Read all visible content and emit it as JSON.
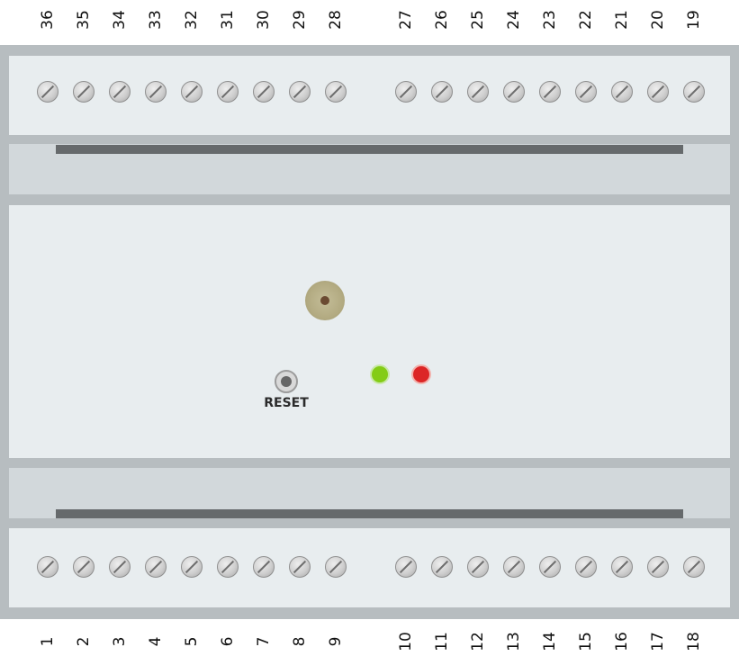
{
  "top_terminals": [
    "36",
    "35",
    "34",
    "33",
    "32",
    "31",
    "30",
    "29",
    "28",
    "27",
    "26",
    "25",
    "24",
    "23",
    "22",
    "21",
    "20",
    "19"
  ],
  "bottom_terminals": [
    "1",
    "2",
    "3",
    "4",
    "5",
    "6",
    "7",
    "8",
    "9",
    "10",
    "11",
    "12",
    "13",
    "14",
    "15",
    "16",
    "17",
    "18"
  ],
  "reset_label": "RESET",
  "colors": {
    "led_green": "#84cc16",
    "led_red": "#dc2626"
  }
}
